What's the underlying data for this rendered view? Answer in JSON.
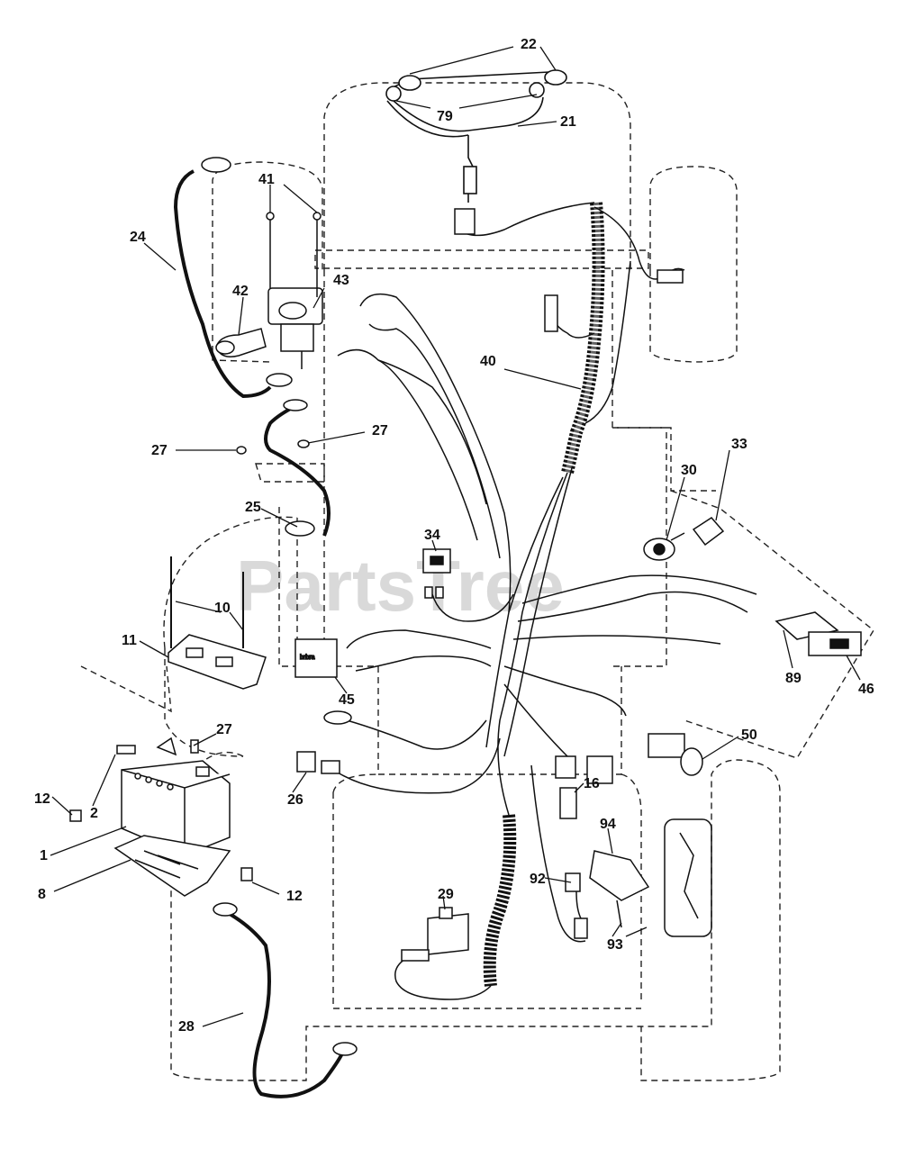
{
  "watermark": "PartsTree",
  "labels": {
    "l22": "22",
    "l79": "79",
    "l21": "21",
    "l41": "41",
    "l24": "24",
    "l42": "42",
    "l43": "43",
    "l40": "40",
    "l27a": "27",
    "l27b": "27",
    "l33": "33",
    "l30": "30",
    "l25": "25",
    "l34": "34",
    "l10": "10",
    "l11": "11",
    "l45": "45",
    "l89": "89",
    "l46": "46",
    "l27c": "27",
    "l50": "50",
    "l12a": "12",
    "l2": "2",
    "l26": "26",
    "l16": "16",
    "l94": "94",
    "l1": "1",
    "l8": "8",
    "l12b": "12",
    "l29": "29",
    "l92": "92",
    "l93": "93",
    "l28": "28"
  },
  "switch_panel_text": "brbra"
}
